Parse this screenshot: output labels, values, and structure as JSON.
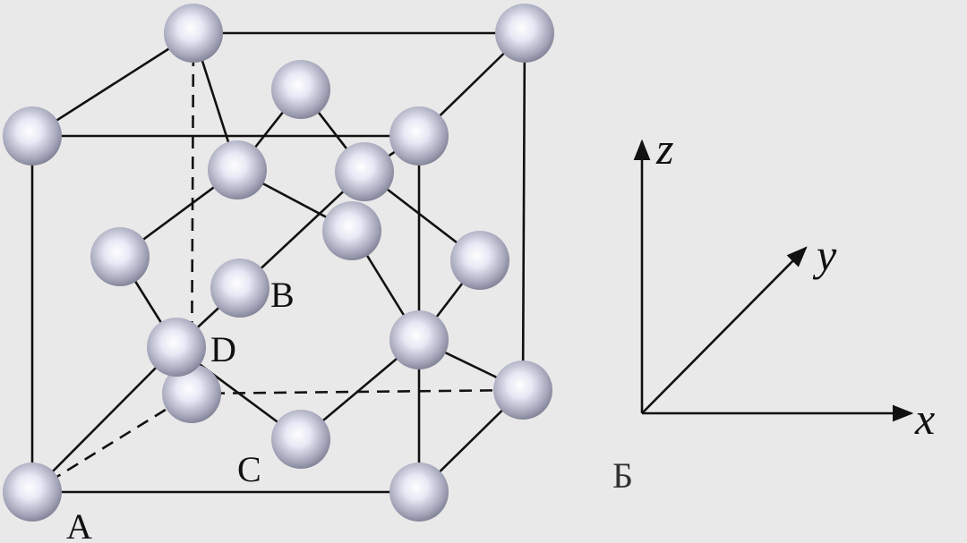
{
  "labels": {
    "A": "A",
    "B": "B",
    "C": "C",
    "D": "D",
    "extra": "Б"
  },
  "axes": {
    "x": "x",
    "y": "y",
    "z": "z"
  },
  "colors": {
    "background": "#e9e9e9",
    "line": "#111111",
    "atom_light": "#ffffff",
    "atom_dark": "#8a8aa0"
  }
}
